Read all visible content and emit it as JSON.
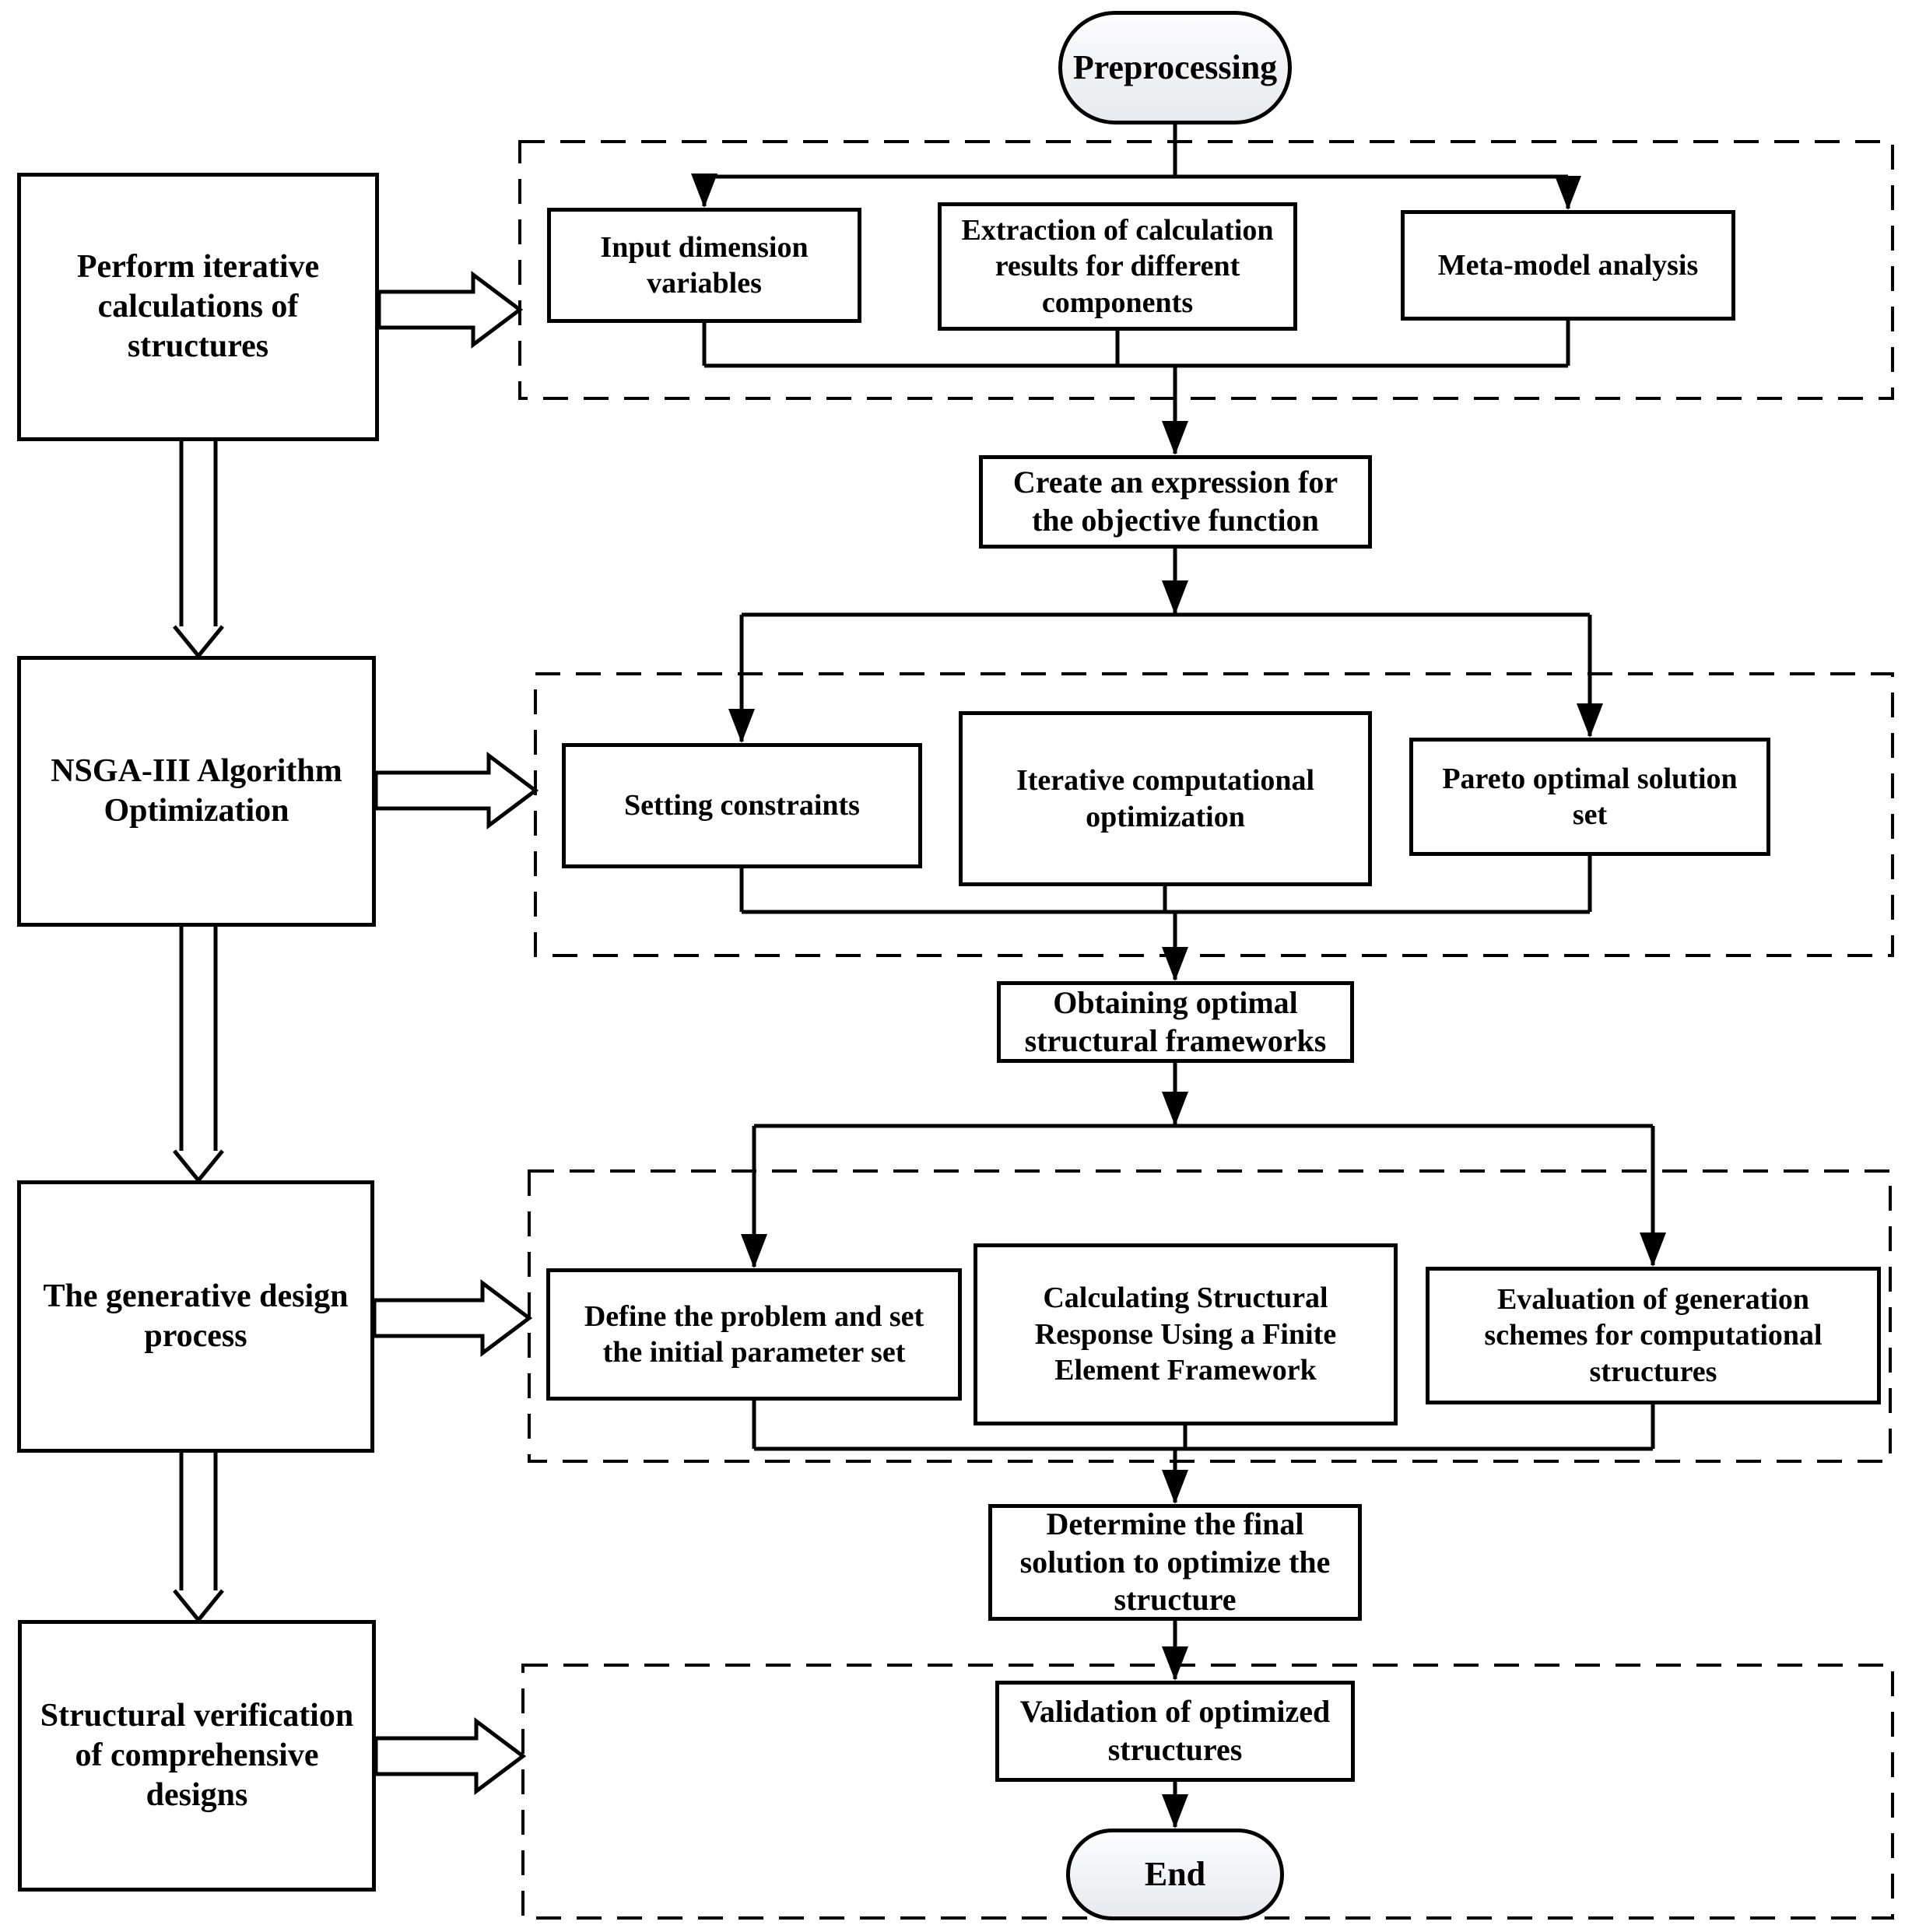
{
  "figure": {
    "type": "flowchart",
    "start": "Preprocessing",
    "end": "End",
    "stages": [
      "Perform iterative\ncalculations of\nstructures",
      "NSGA-III Algorithm\nOptimization",
      "The generative design\nprocess",
      "Structural verification\nof comprehensive\ndesigns"
    ],
    "phase1": {
      "steps": [
        "Input dimension\nvariables",
        "Extraction of calculation\nresults for different\ncomponents",
        "Meta-model analysis"
      ],
      "output": "Create an expression for\nthe objective function"
    },
    "phase2": {
      "steps": [
        "Setting constraints",
        "Iterative computational\noptimization",
        "Pareto optimal solution\nset"
      ],
      "output": "Obtaining optimal\nstructural frameworks"
    },
    "phase3": {
      "steps": [
        "Define the problem and set\nthe initial parameter set",
        "Calculating Structural\nResponse Using a Finite\nElement Framework",
        "Evaluation of generation\nschemes for computational\nstructures"
      ],
      "output": "Determine the final\nsolution to optimize the\nstructure"
    },
    "phase4": {
      "steps": [
        "Validation of optimized\nstructures"
      ]
    },
    "colors": {
      "stroke": "#000000",
      "background": "#ffffff",
      "capsule_top": "#fdfdfe",
      "capsule_bottom": "#e7e9ee"
    }
  }
}
